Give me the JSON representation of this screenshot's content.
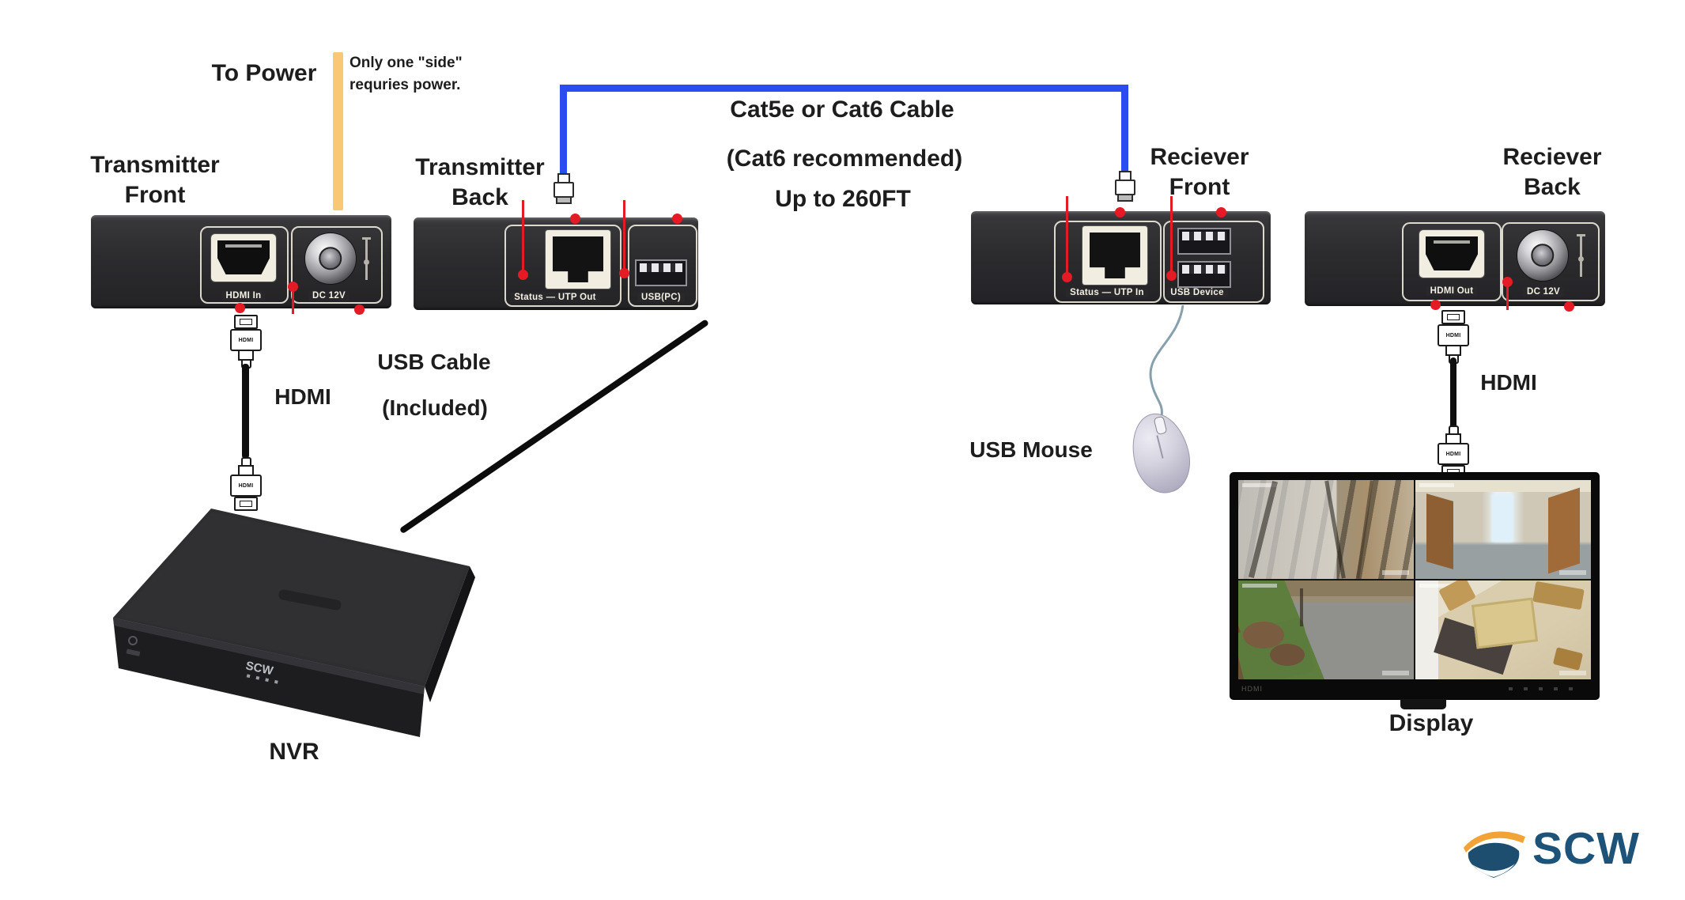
{
  "diagram": {
    "power": {
      "to_power": "To Power",
      "note1": "Only one \"side\"",
      "note2": "requries power."
    },
    "cable": {
      "l1": "Cat5e or Cat6 Cable",
      "l2": "(Cat6 recommended)",
      "l3": "Up to 260FT"
    },
    "usb_cable": {
      "l1": "USB Cable",
      "l2": "(Included)"
    },
    "hdmi_left": "HDMI",
    "hdmi_right": "HDMI",
    "usb_mouse": "USB Mouse",
    "nvr": "NVR",
    "display": "Display"
  },
  "devices": {
    "transmitter_front": {
      "l1": "Transmitter",
      "l2": "Front",
      "hdmi_port": "HDMI In",
      "power_port": "DC 12V"
    },
    "transmitter_back": {
      "l1": "Transmitter",
      "l2": "Back",
      "utp_port": "Status — UTP Out",
      "usb_port": "USB(PC)"
    },
    "receiver_front": {
      "l1": "Reciever",
      "l2": "Front",
      "utp_port": "Status — UTP In",
      "usb_port": "USB Device"
    },
    "receiver_back": {
      "l1": "Reciever",
      "l2": "Back",
      "hdmi_port": "HDMI Out",
      "power_port": "DC 12V"
    }
  },
  "nvr": {
    "brand": "SCW"
  },
  "monitor": {
    "sticker": "HDMI"
  },
  "plugs": {
    "hdmi": "HDMI"
  },
  "logo": {
    "text": "SCW"
  },
  "colors": {
    "cable_blue": "#2b4cf0",
    "power_orange": "#f8c876",
    "marker_red": "#e41a24",
    "logo_blue": "#1d5378",
    "logo_orange": "#f2a338"
  }
}
